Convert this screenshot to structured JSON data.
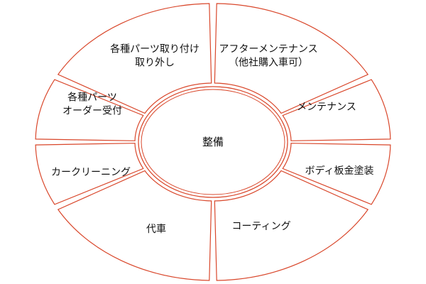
{
  "diagram": {
    "center": "整備",
    "segments": [
      {
        "id": "parts-install",
        "lines": [
          "各種パーツ取り付け",
          "取り外し"
        ]
      },
      {
        "id": "after-maintenance",
        "lines": [
          "アフターメンテナンス",
          "（他社購入車可）"
        ]
      },
      {
        "id": "maintenance",
        "lines": [
          "メンテナンス"
        ]
      },
      {
        "id": "body-paint",
        "lines": [
          "ボディ板金塗装"
        ]
      },
      {
        "id": "coating",
        "lines": [
          "コーティング"
        ]
      },
      {
        "id": "loaner",
        "lines": [
          "代車"
        ]
      },
      {
        "id": "car-cleaning",
        "lines": [
          "カークリーニング"
        ]
      },
      {
        "id": "parts-order",
        "lines": [
          "各種パーツ",
          "オーダー受付"
        ]
      }
    ],
    "colors": {
      "outline": "#d9472b",
      "fill": "#ffffff",
      "text": "#111111"
    }
  }
}
